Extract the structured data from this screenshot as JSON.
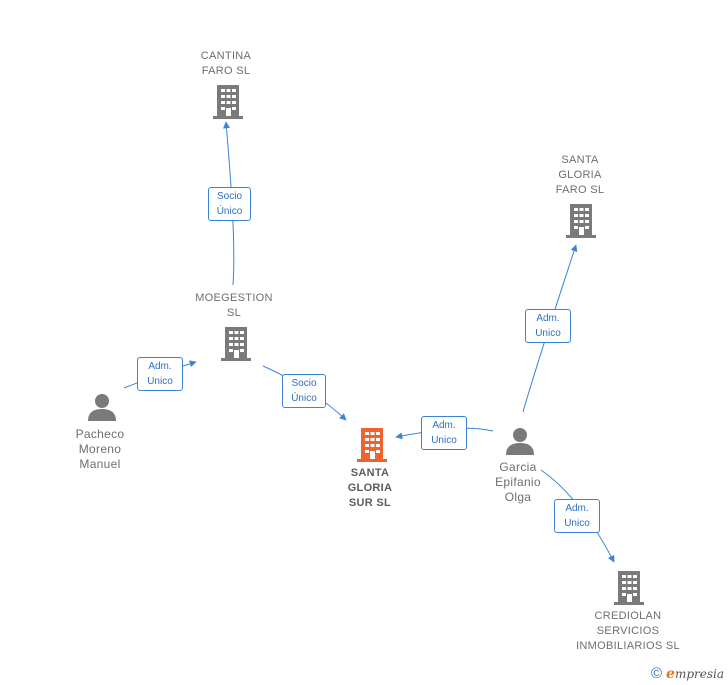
{
  "nodes": {
    "cantina": {
      "label": "CANTINA\nFARO  SL",
      "icon": "building-icon",
      "color": "#7a7a7a"
    },
    "santa_gloria_faro": {
      "label": "SANTA\nGLORIA\nFARO  SL",
      "icon": "building-icon",
      "color": "#7a7a7a"
    },
    "moegestion": {
      "label": "MOEGESTION\nSL",
      "icon": "building-icon",
      "color": "#7a7a7a"
    },
    "pacheco": {
      "label": "Pacheco\nMoreno\nManuel",
      "icon": "person-icon",
      "color": "#7a7a7a"
    },
    "santa_gloria_sur": {
      "label": "SANTA\nGLORIA\nSUR  SL",
      "icon": "building-icon",
      "color": "#f0622f"
    },
    "garcia": {
      "label": "Garcia\nEpifanio\nOlga",
      "icon": "person-icon",
      "color": "#7a7a7a"
    },
    "crediolan": {
      "label": "CREDIOLAN\nSERVICIOS\nINMOBILIARIOS SL",
      "icon": "building-icon",
      "color": "#7a7a7a"
    }
  },
  "edges": {
    "moegestion_cantina": "Socio\nÚnico",
    "pacheco_moegestion": "Adm.\nUnico",
    "moegestion_sur": "Socio\nÚnico",
    "garcia_sur": "Adm.\nUnico",
    "garcia_faro": "Adm.\nUnico",
    "garcia_crediolan": "Adm.\nUnico"
  },
  "colors": {
    "edge": "#3a84d6",
    "focus": "#f0622f",
    "node": "#7a7a7a"
  },
  "footer": {
    "copyright": "©",
    "brand_initial": "e",
    "brand_rest": "mpresia"
  }
}
